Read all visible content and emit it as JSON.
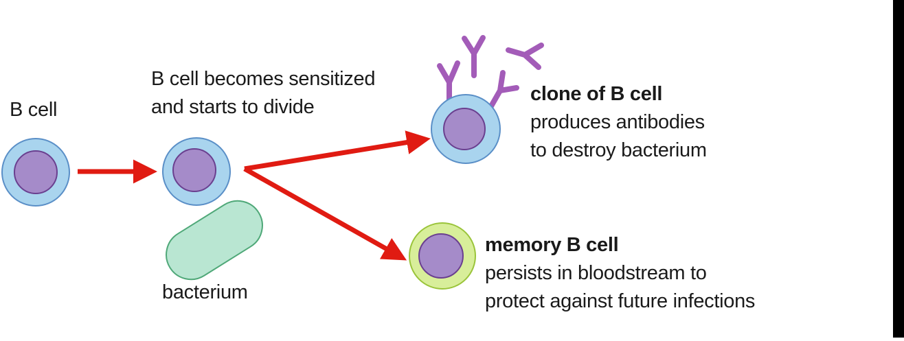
{
  "labels": {
    "b_cell": "B cell",
    "sensitized_line1": "B cell becomes sensitized",
    "sensitized_line2": "and starts to divide",
    "bacterium": "bacterium",
    "clone_title": "clone of B cell",
    "clone_line1": "produces antibodies",
    "clone_line2": "to destroy bacterium",
    "memory_title": "memory B cell",
    "memory_line1": "persists in bloodstream to",
    "memory_line2": "protect against future infections"
  },
  "colors": {
    "cell_outer": "#a9d4ee",
    "cell_outer_stroke": "#5a8fc7",
    "nucleus": "#a58bc9",
    "nucleus_stroke": "#6a3f8f",
    "arrow": "#e01b12",
    "bacterium_fill": "#b9e6d2",
    "bacterium_stroke": "#4fa878",
    "antibody": "#a35cb8",
    "memory_outer": "#d8ee9a",
    "memory_outer_stroke": "#9ac43a"
  }
}
